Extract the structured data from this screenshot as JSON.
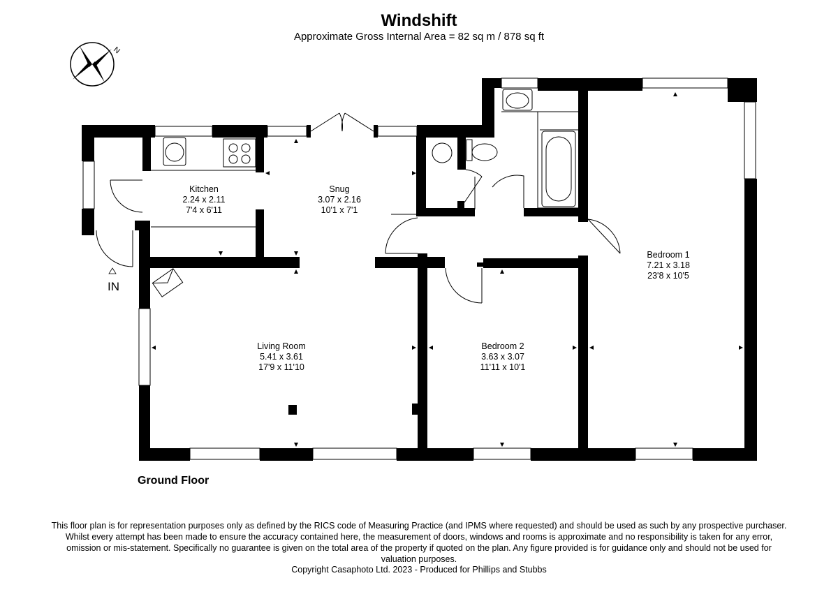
{
  "header": {
    "title": "Windshift",
    "area": "Approximate Gross Internal Area = 82 sq m / 878 sq ft"
  },
  "compass": {
    "label": "N"
  },
  "entrance": {
    "label": "IN"
  },
  "floor": {
    "name": "Ground Floor"
  },
  "rooms": {
    "kitchen": {
      "name": "Kitchen",
      "metric": "2.24 x 2.11",
      "imperial": "7'4 x 6'11"
    },
    "snug": {
      "name": "Snug",
      "metric": "3.07 x 2.16",
      "imperial": "10'1 x 7'1"
    },
    "living": {
      "name": "Living Room",
      "metric": "5.41 x 3.61",
      "imperial": "17'9 x 11'10"
    },
    "bedroom2": {
      "name": "Bedroom 2",
      "metric": "3.63 x 3.07",
      "imperial": "11'11 x 10'1"
    },
    "bedroom1": {
      "name": "Bedroom 1",
      "metric": "7.21 x 3.18",
      "imperial": "23'8 x 10'5"
    }
  },
  "footer": {
    "disclaimer": "This floor plan is for representation purposes only as defined by the RICS code of Measuring Practice (and IPMS where requested) and should be used as such by any prospective purchaser. Whilst every attempt has been made to ensure the accuracy contained here, the measurement of doors, windows and rooms is approximate and no responsibility is taken for any error, omission or mis-statement. Specifically no guarantee is given on the total area of the property if quoted on the plan. Any figure provided is for guidance only and should not be used for valuation purposes.",
    "copyright": "Copyright Casaphoto Ltd. 2023 - Produced for Phillips and Stubbs"
  }
}
